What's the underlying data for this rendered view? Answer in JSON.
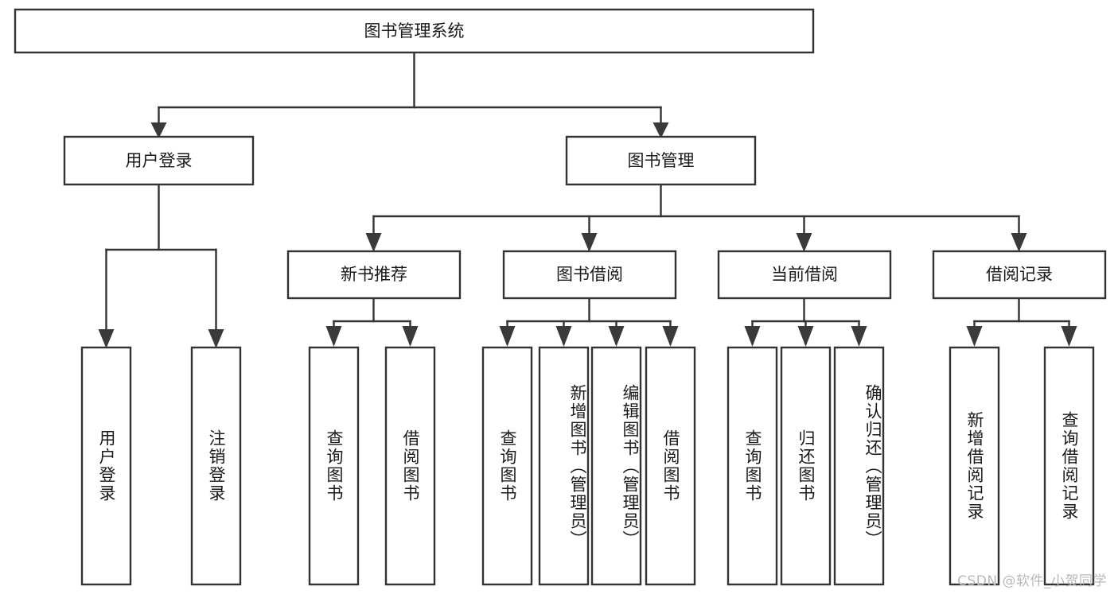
{
  "diagram": {
    "type": "tree",
    "title": "图书管理系统",
    "orientation": "top-down",
    "levels": 4,
    "root": {
      "id": "root",
      "label": "图书管理系统",
      "text_orientation": "horizontal"
    },
    "level2": [
      {
        "id": "user-login",
        "label": "用户登录",
        "text_orientation": "horizontal"
      },
      {
        "id": "book-manage",
        "label": "图书管理",
        "text_orientation": "horizontal"
      }
    ],
    "level3": [
      {
        "id": "new-book-recommend",
        "label": "新书推荐",
        "text_orientation": "horizontal",
        "parent": "book-manage"
      },
      {
        "id": "book-borrow",
        "label": "图书借阅",
        "text_orientation": "horizontal",
        "parent": "book-manage"
      },
      {
        "id": "current-borrow",
        "label": "当前借阅",
        "text_orientation": "horizontal",
        "parent": "book-manage"
      },
      {
        "id": "borrow-record",
        "label": "借阅记录",
        "text_orientation": "horizontal",
        "parent": "book-manage"
      }
    ],
    "leaves": [
      {
        "id": "leaf-user-login",
        "label": "用户登录",
        "parent": "user-login",
        "text_orientation": "vertical"
      },
      {
        "id": "leaf-logout",
        "label": "注销登录",
        "parent": "user-login",
        "text_orientation": "vertical"
      },
      {
        "id": "leaf-query-book-1",
        "label": "查询图书",
        "parent": "new-book-recommend",
        "text_orientation": "vertical"
      },
      {
        "id": "leaf-borrow-book-1",
        "label": "借阅图书",
        "parent": "new-book-recommend",
        "text_orientation": "vertical"
      },
      {
        "id": "leaf-query-book-2",
        "label": "查询图书",
        "parent": "book-borrow",
        "text_orientation": "vertical"
      },
      {
        "id": "leaf-add-book",
        "label": "新增图书（管理员）",
        "parent": "book-borrow",
        "text_orientation": "vertical"
      },
      {
        "id": "leaf-edit-book",
        "label": "编辑图书（管理员）",
        "parent": "book-borrow",
        "text_orientation": "vertical"
      },
      {
        "id": "leaf-borrow-book-2",
        "label": "借阅图书",
        "parent": "book-borrow",
        "text_orientation": "vertical"
      },
      {
        "id": "leaf-query-book-3",
        "label": "查询图书",
        "parent": "current-borrow",
        "text_orientation": "vertical"
      },
      {
        "id": "leaf-return-book",
        "label": "归还图书",
        "parent": "current-borrow",
        "text_orientation": "vertical"
      },
      {
        "id": "leaf-confirm-return",
        "label": "确认归还（管理员）",
        "parent": "current-borrow",
        "text_orientation": "vertical"
      },
      {
        "id": "leaf-add-record",
        "label": "新增借阅记录",
        "parent": "borrow-record",
        "text_orientation": "vertical"
      },
      {
        "id": "leaf-query-record",
        "label": "查询借阅记录",
        "parent": "borrow-record",
        "text_orientation": "vertical"
      }
    ],
    "colors": {
      "box_fill": "#ffffff",
      "box_stroke": "#333333",
      "connector": "#333333",
      "text": "#1a1a1a",
      "background": "#ffffff",
      "watermark": "#b9b9b9"
    }
  },
  "watermark": {
    "text": "CSDN @软件_小贺同学"
  }
}
